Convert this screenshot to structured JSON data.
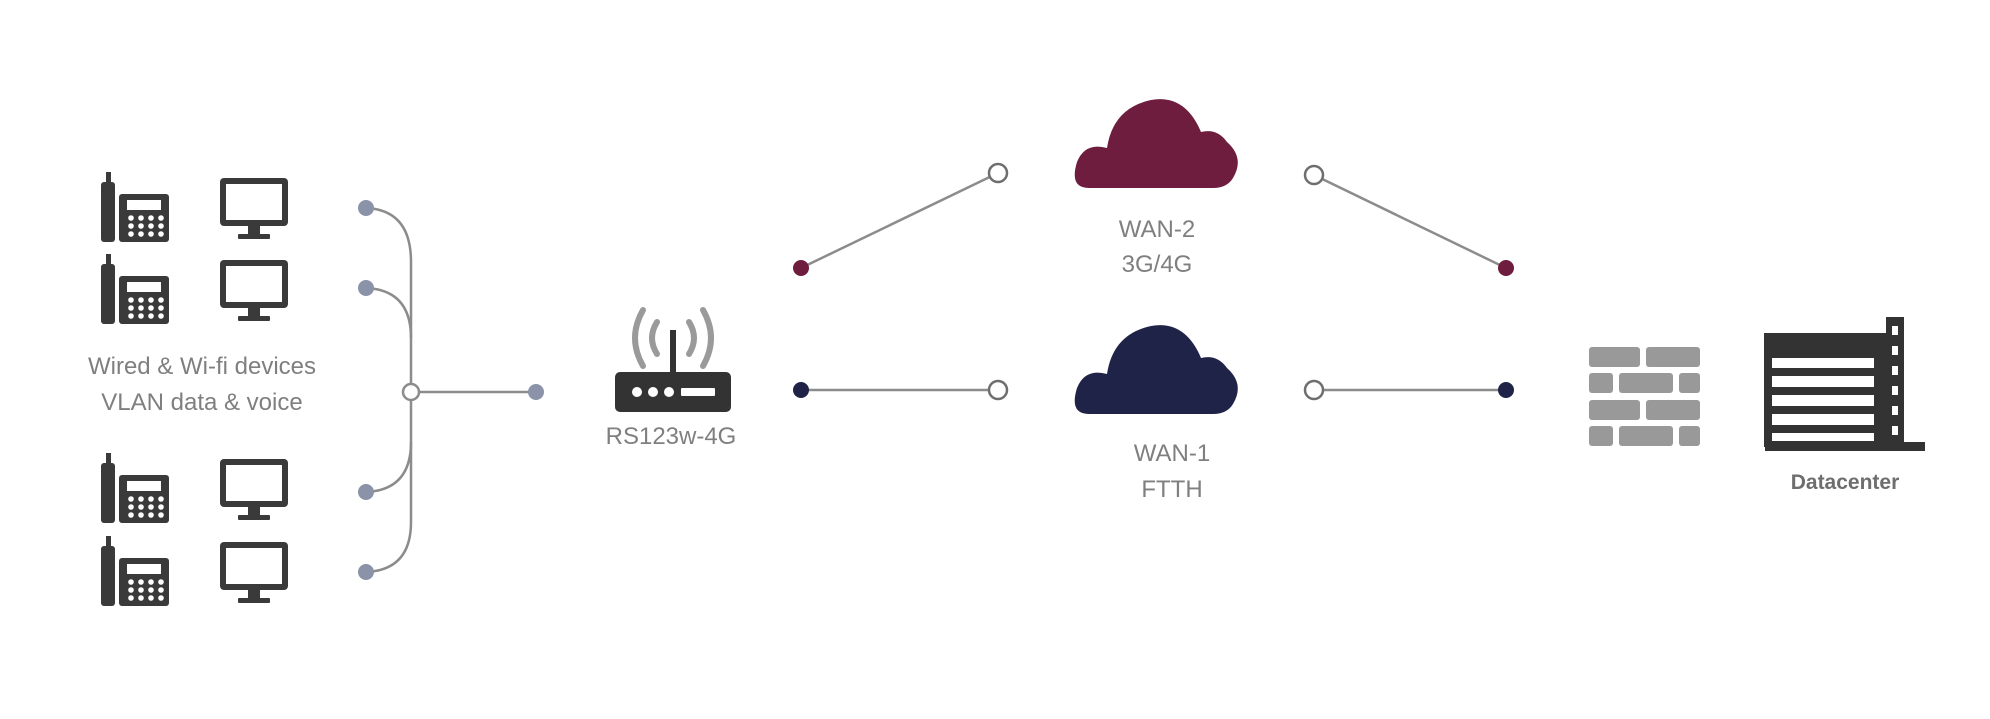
{
  "devices_label": {
    "line1": "Wired & Wi-fi devices",
    "line2": "VLAN data & voice"
  },
  "router_label": "RS123w-4G",
  "wan2": {
    "name": "WAN-2",
    "type": "3G/4G",
    "color": "#6e1d3f"
  },
  "wan1": {
    "name": "WAN-1",
    "type": "FTTH",
    "color": "#1f2347"
  },
  "datacenter_label": "Datacenter",
  "colors": {
    "device_icon": "#3a3a3a",
    "connector": "#8a93a8",
    "line": "#8c8c8c",
    "firewall": "#999999"
  },
  "icons": [
    "desk-phone-icon",
    "computer-monitor-icon",
    "wifi-router-icon",
    "cloud-icon",
    "firewall-icon",
    "datacenter-icon"
  ]
}
